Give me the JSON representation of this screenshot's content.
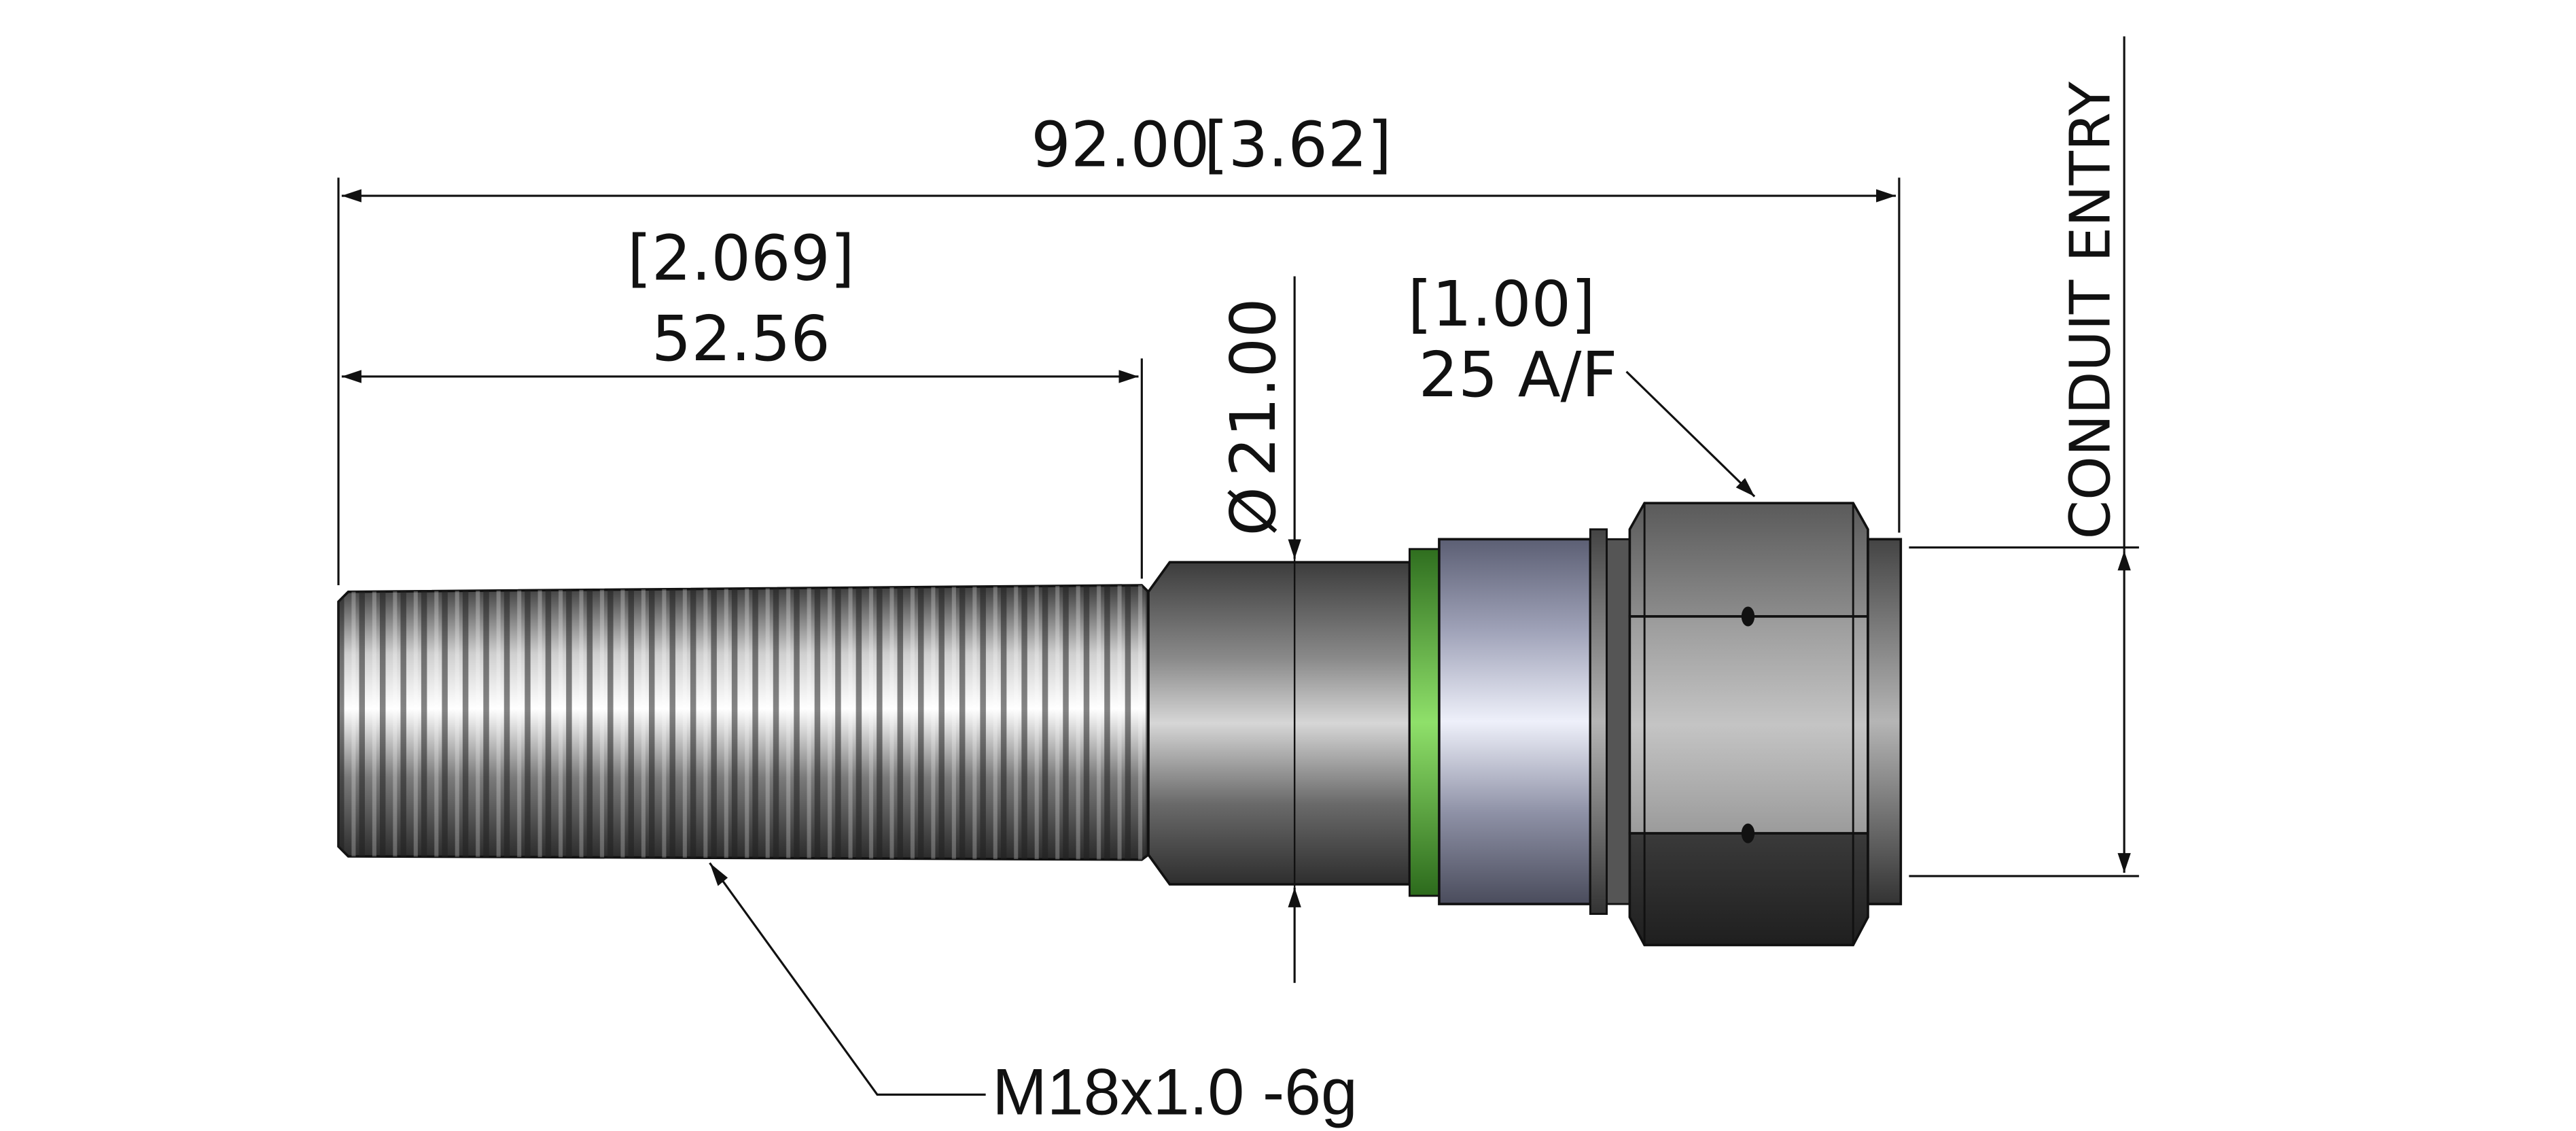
{
  "dimensions": {
    "overall_length": {
      "metric": "92.00",
      "imperial": "[3.62]"
    },
    "thread_length": {
      "metric": "52.56",
      "imperial": "[2.069]"
    },
    "body_diameter": {
      "metric": "21.00",
      "symbol": "Ø"
    },
    "hex_across_flats": {
      "metric": "25 A/F",
      "imperial": "[1.00]"
    },
    "conduit_entry_label": "CONDUIT ENTRY"
  },
  "callouts": {
    "thread_spec": "M18x1.0 -6g"
  },
  "colors": {
    "line": "#111111",
    "seal_ring": "#5fc13c",
    "thread_steel": "#9a9a9a",
    "hex_steel": "#a8a8a8",
    "collar_steel": "#b9bccf"
  }
}
